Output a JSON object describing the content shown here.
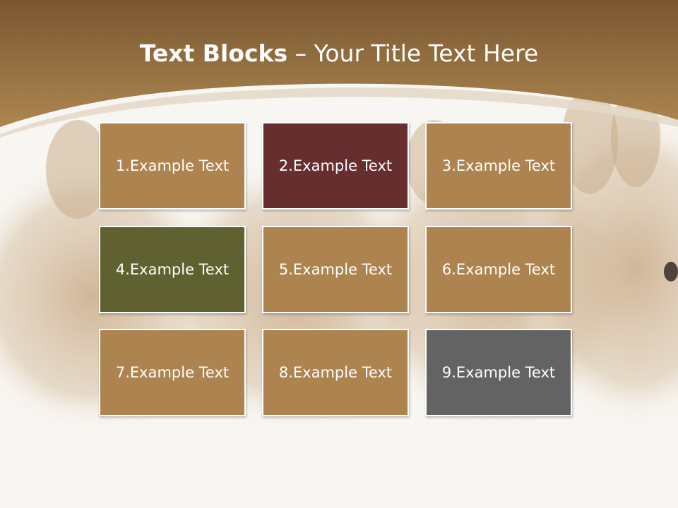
{
  "slide": {
    "title_bold": "Text Blocks",
    "title_dash": " – ",
    "title_rest": "Your Title Text Here"
  },
  "colors": {
    "header_top": "#7c5a32",
    "header_bottom": "#a9834f",
    "tan": "#ad8350",
    "maroon": "#672e30",
    "olive": "#5f6130",
    "gray": "#636363"
  },
  "blocks": [
    {
      "label": "1.Example Text",
      "color": "#ad8350"
    },
    {
      "label": "2.Example Text",
      "color": "#672e30"
    },
    {
      "label": "3.Example Text",
      "color": "#ad8350"
    },
    {
      "label": "4.Example Text",
      "color": "#5f6130"
    },
    {
      "label": "5.Example Text",
      "color": "#ad8350"
    },
    {
      "label": "6.Example Text",
      "color": "#ad8350"
    },
    {
      "label": "7.Example Text",
      "color": "#ad8350"
    },
    {
      "label": "8.Example Text",
      "color": "#ad8350"
    },
    {
      "label": "9.Example Text",
      "color": "#636363"
    }
  ],
  "background_image": "rabbits-photo"
}
